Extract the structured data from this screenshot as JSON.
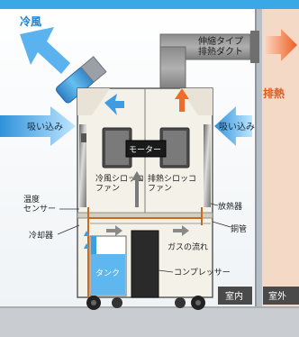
{
  "labels": {
    "cool_air": "冷風",
    "exhaust_heat": "排熱",
    "extension_duct": "伸縮タイプ\n排熱ダクト",
    "intake_left": "吸い込み",
    "intake_right": "吸い込み",
    "motor": "モーター",
    "cool_fan": "冷風シロッコ\nファン",
    "exhaust_fan": "排熱シロッコ\nファン",
    "temp_sensor": "温度\nセンサー",
    "cooler": "冷却器",
    "radiator": "放熱器",
    "copper_pipe": "銅管",
    "gas_flow": "ガスの流れ",
    "tank": "タンク",
    "compressor": "コンプレッサー",
    "indoor": "室内",
    "outdoor": "室外"
  },
  "colors": {
    "cool_arrow": "#3aa0e0",
    "heat_arrow": "#ee6a2a",
    "body": "#f3f0e8",
    "wall": "#d9dfe4",
    "floor": "#cfd3d6"
  }
}
